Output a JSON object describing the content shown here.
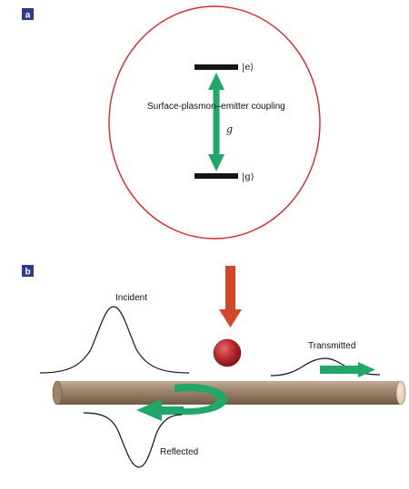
{
  "panel_a": {
    "label": "a",
    "excited_state": "|e⟩",
    "ground_state": "|g⟩",
    "coupling_label": "Surface-plasmon–emitter coupling",
    "coupling_symbol": "g"
  },
  "panel_b": {
    "label": "b",
    "incident_label": "Incident",
    "transmitted_label": "Transmitted",
    "reflected_label": "Reflected"
  },
  "colors": {
    "panel_label_bg": "#2e3a8c",
    "circle_outline": "#d9262c",
    "arrow_green": "#1fa86a",
    "excitation_arrow": "#d2472a",
    "emitter_sphere": "#b5262a",
    "nanowire": "#8b7560"
  }
}
